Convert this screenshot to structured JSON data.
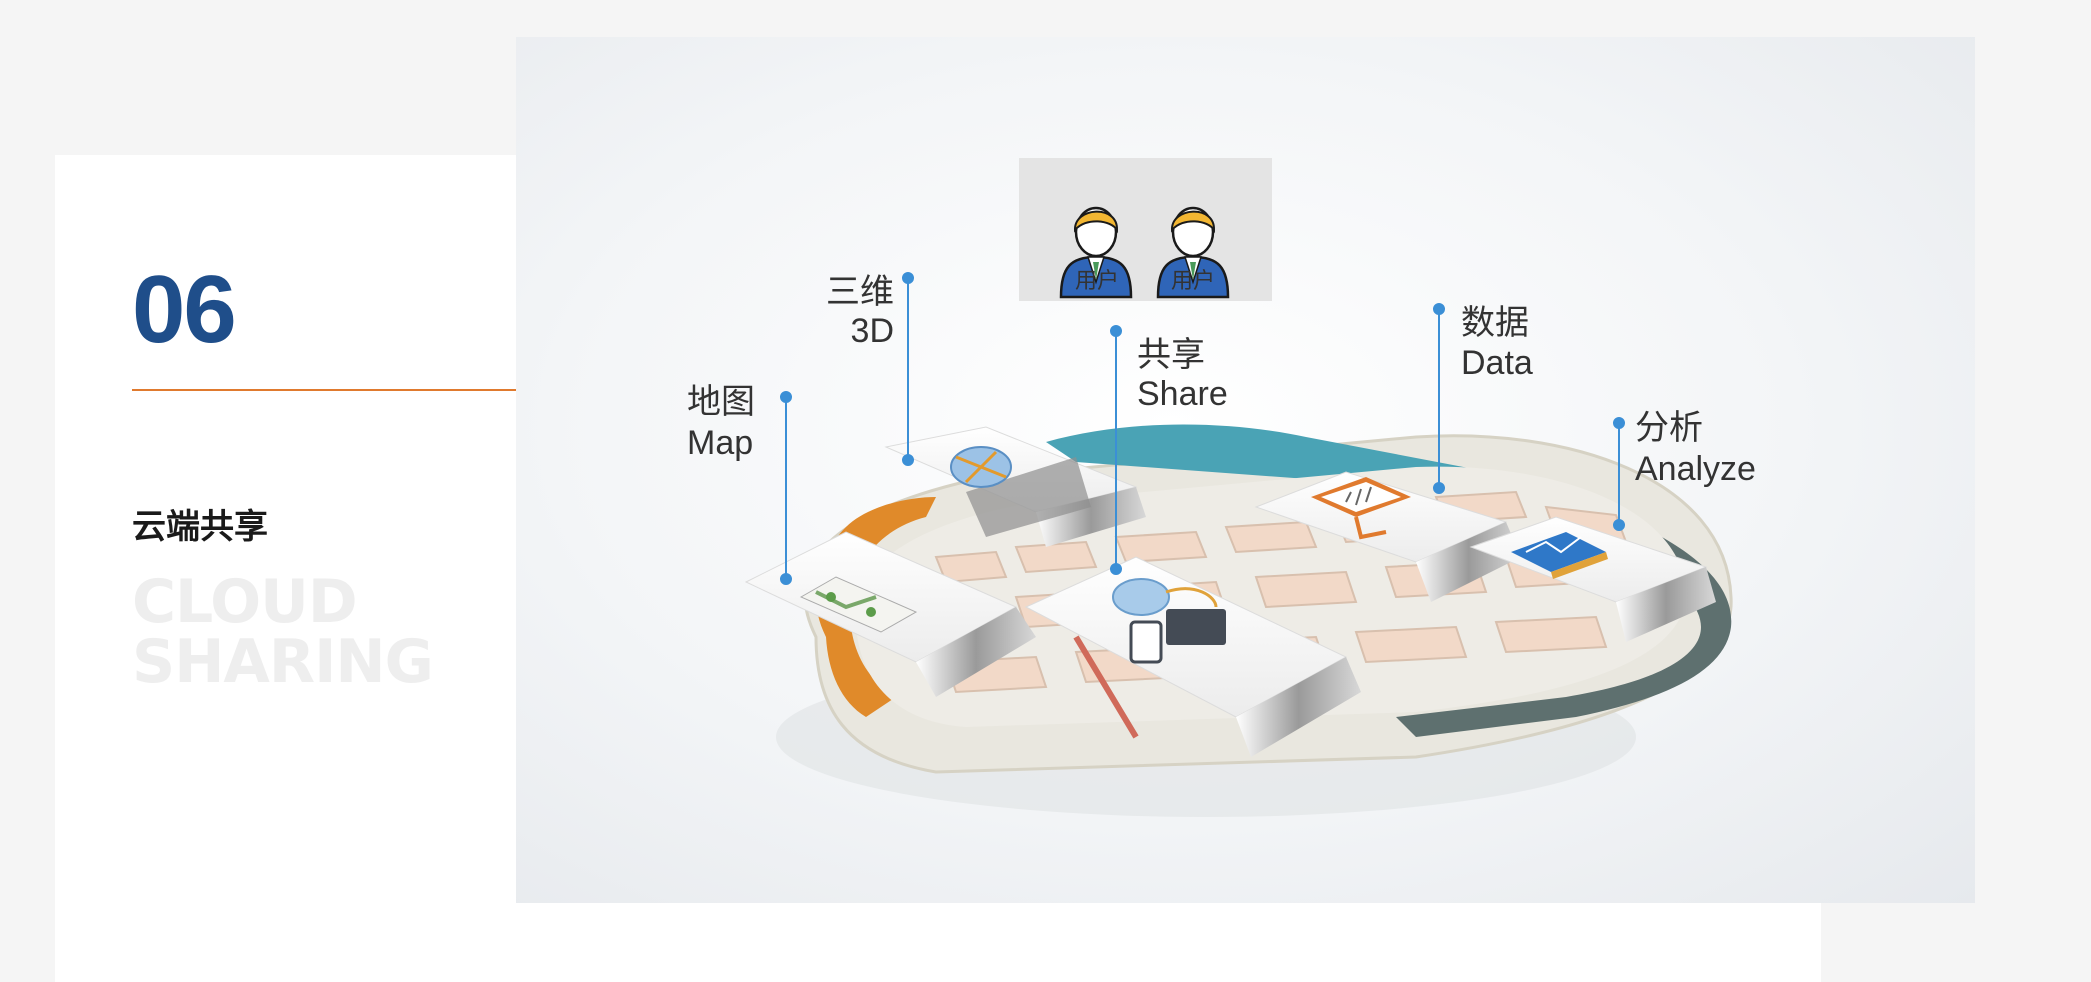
{
  "section": {
    "number": "06",
    "title_cn": "云端共享",
    "title_en_line1": "CLOUD",
    "title_en_line2": "SHARING"
  },
  "illustration": {
    "users": [
      {
        "label": "用户"
      },
      {
        "label": "用户"
      }
    ],
    "callouts": {
      "map": {
        "cn": "地图",
        "en": "Map"
      },
      "three_d": {
        "cn": "三维",
        "en": "3D"
      },
      "share": {
        "cn": "共享",
        "en": "Share"
      },
      "data": {
        "cn": "数据",
        "en": "Data"
      },
      "analyze": {
        "cn": "分析",
        "en": "Analyze"
      }
    }
  },
  "colors": {
    "number": "#1f4e8a",
    "rule": "#e07a2e",
    "callout_line": "#3b8fd6",
    "ring_teal": "#4aa3b5",
    "ring_orange": "#e08a2a",
    "ring_dark": "#5e706f"
  },
  "icons": [
    "user-icon",
    "map-icon",
    "globe-icon",
    "cloud-devices-icon",
    "monitor-chart-icon",
    "analysis-icon"
  ]
}
